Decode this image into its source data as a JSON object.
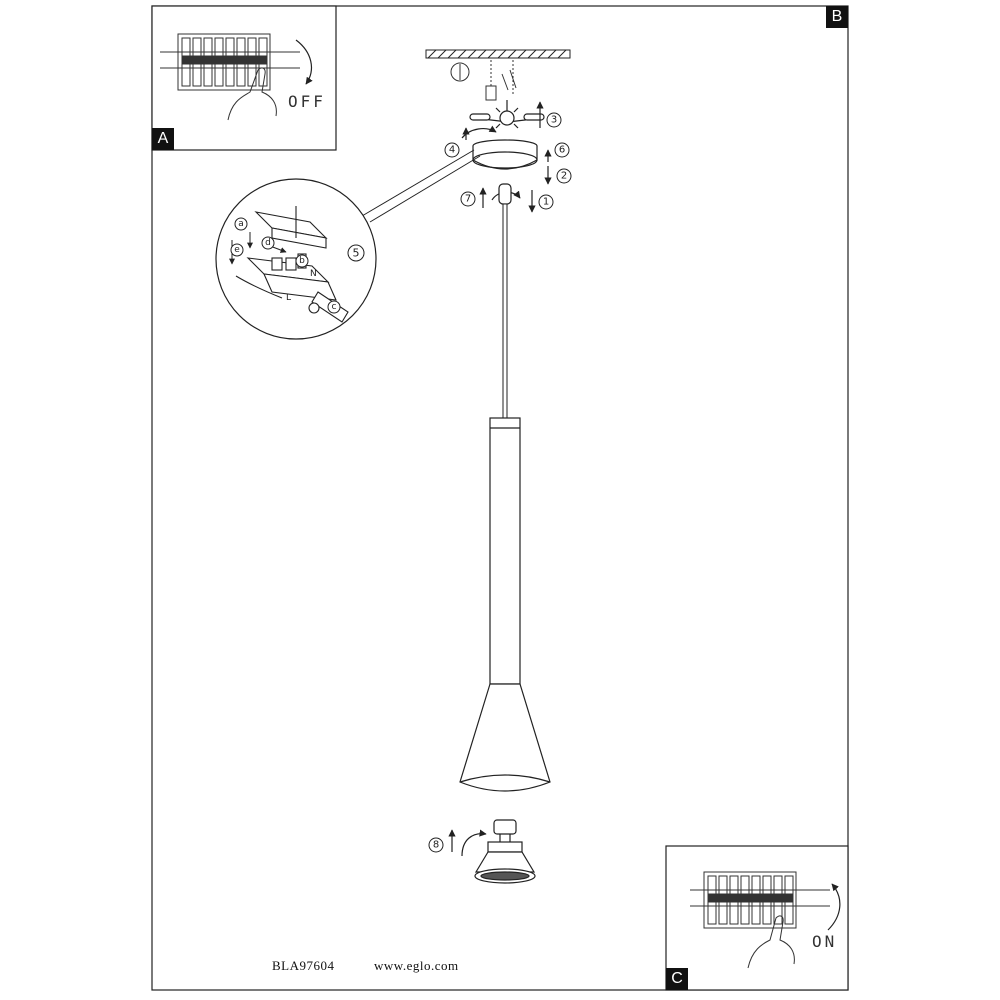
{
  "panels": {
    "a": {
      "tag": "A",
      "switch_state": "OFF"
    },
    "b": {
      "tag": "B"
    },
    "c": {
      "tag": "C",
      "switch_state": "ON"
    }
  },
  "steps": [
    "1",
    "2",
    "3",
    "4",
    "5",
    "6",
    "7",
    "8"
  ],
  "detail_labels": [
    "a",
    "b",
    "c",
    "d",
    "e"
  ],
  "terminal_marks": [
    "L",
    "N"
  ],
  "footer": {
    "model": "BLA97604",
    "website": "www.eglo.com"
  }
}
